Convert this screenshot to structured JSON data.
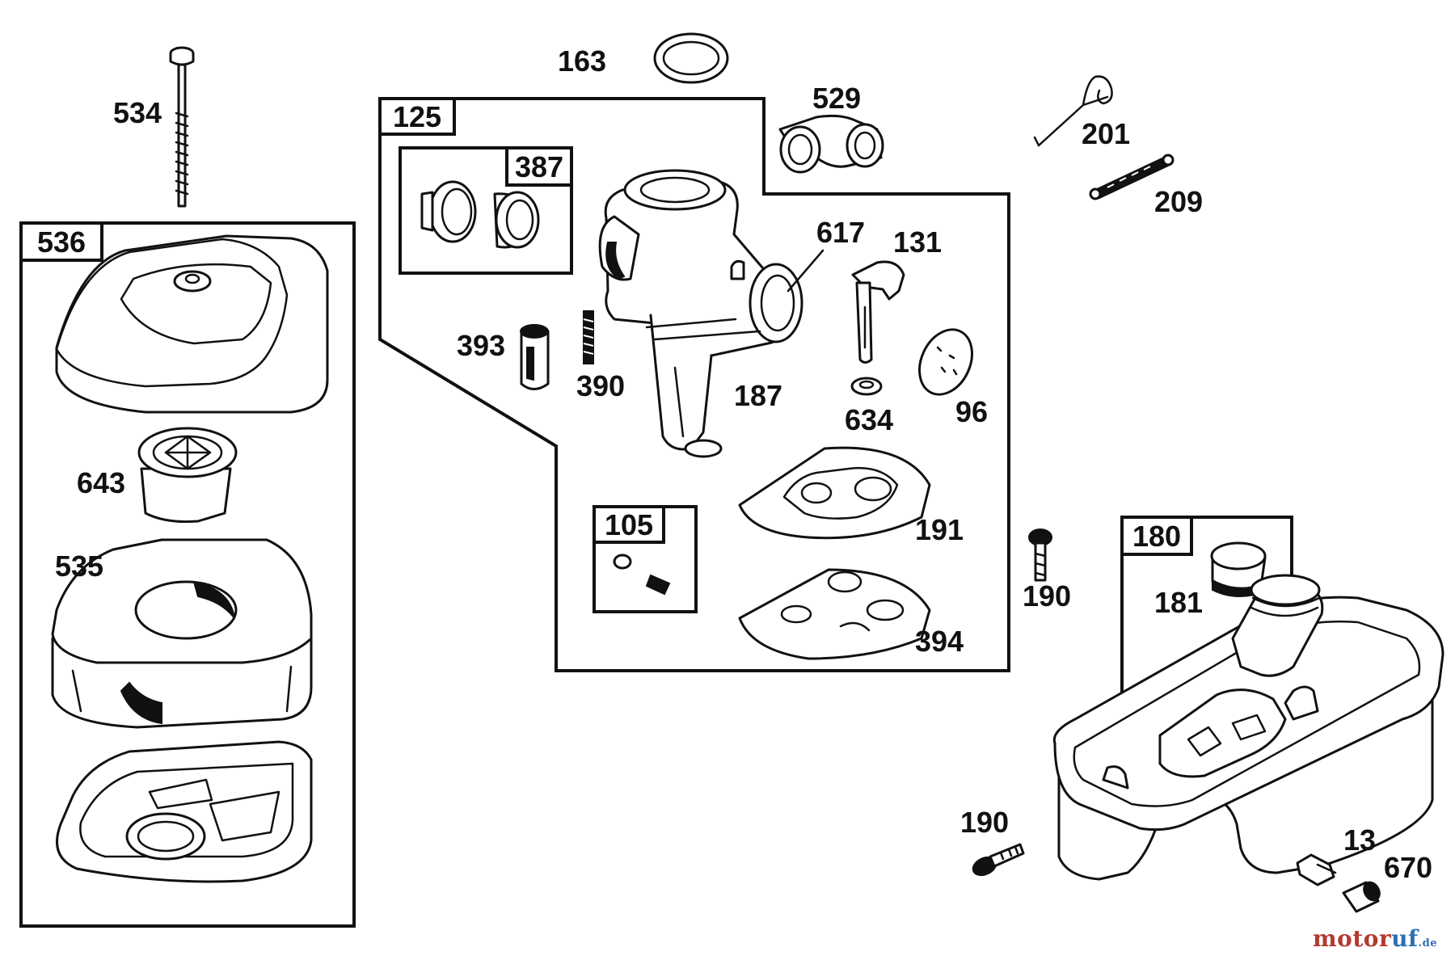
{
  "boxes": {
    "b125": "125",
    "b387": "387",
    "b536": "536",
    "b105": "105",
    "b180": "180"
  },
  "labels": {
    "l163": "163",
    "l534": "534",
    "l529": "529",
    "l201": "201",
    "l209": "209",
    "l617": "617",
    "l131": "131",
    "l393": "393",
    "l390": "390",
    "l187": "187",
    "l634": "634",
    "l96": "96",
    "l643": "643",
    "l535": "535",
    "l191": "191",
    "l190a": "190",
    "l181": "181",
    "l394": "394",
    "l190b": "190",
    "l13": "13",
    "l670": "670"
  },
  "watermark": {
    "part1": "motor",
    "part2": "uf",
    "tld": ".de"
  }
}
